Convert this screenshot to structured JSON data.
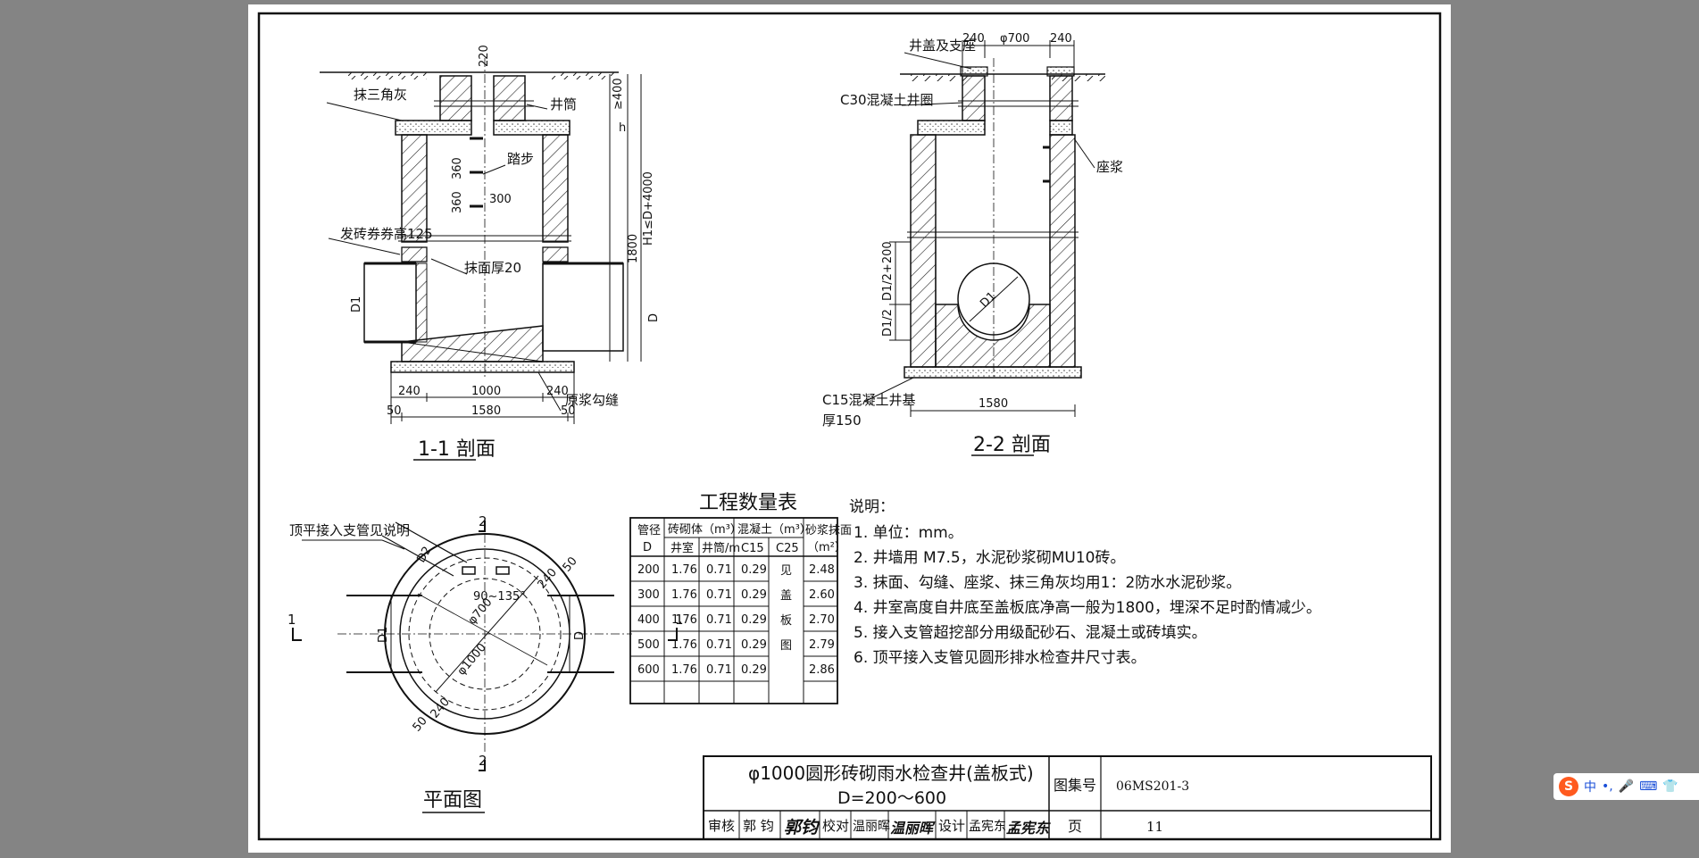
{
  "sec11": {
    "title": "1-1 剖面",
    "labels": {
      "triangle_ash": "抹三角灰",
      "shaft": "井筒",
      "step": "踏步",
      "arch": "发砖券券高125",
      "plaster": "抹面厚20",
      "slurry": "原浆勾缝"
    },
    "dims": {
      "d220": "220",
      "d400": "≥400",
      "h": "h",
      "d360a": "360",
      "d360b": "360",
      "d300": "300",
      "d1800": "1800",
      "h1": "H1≤D+4000",
      "d1": "D1",
      "dD": "D",
      "b240a": "240",
      "b1000": "1000",
      "b240b": "240",
      "b50a": "50",
      "b1580": "1580",
      "b50b": "50"
    }
  },
  "sec22": {
    "title": "2-2 剖面",
    "labels": {
      "cover": "井盖及支座",
      "ring": "C30混凝土井圈",
      "mortar": "座浆",
      "base": "C15混凝土井基",
      "base_thk": "厚150"
    },
    "dims": {
      "t240a": "240",
      "t700": "φ700",
      "t240b": "240",
      "d1": "D1",
      "v1": "D1/2",
      "v2": "D1/2+200",
      "b1580": "1580"
    }
  },
  "plan": {
    "title": "平面图",
    "labels": {
      "note": "顶平接入支管见说明"
    },
    "marks": {
      "s2t": "2",
      "s2b": "2",
      "s1l": "1",
      "s1r": "1"
    },
    "dims": {
      "d2": "D2",
      "d50a": "50",
      "d240a": "240",
      "ang": "90~135°",
      "d700": "φ700",
      "d1000": "φ1000",
      "d240b": "240",
      "d50b": "50",
      "d1": "D1",
      "dD": "D"
    }
  },
  "qty": {
    "title": "工程数量表",
    "h_pipe1": "管径",
    "h_pipe2": "D",
    "h_brick": "砖砌体（m³）",
    "h_chamber": "井室",
    "h_shaft": "井筒/m",
    "h_conc": "混凝土（m³）",
    "h_c15": "C15",
    "h_c25": "C25",
    "h_plas1": "砂浆抹面",
    "h_plas2": "（m²）",
    "see": [
      "见",
      "盖",
      "板",
      "图"
    ],
    "rows": [
      [
        "200",
        "1.76",
        "0.71",
        "0.29",
        "2.48"
      ],
      [
        "300",
        "1.76",
        "0.71",
        "0.29",
        "2.60"
      ],
      [
        "400",
        "1.76",
        "0.71",
        "0.29",
        "2.70"
      ],
      [
        "500",
        "1.76",
        "0.71",
        "0.29",
        "2.79"
      ],
      [
        "600",
        "1.76",
        "0.71",
        "0.29",
        "2.86"
      ]
    ]
  },
  "notes": {
    "title": "说明：",
    "items": [
      "1. 单位：mm。",
      "2. 井墙用 M7.5，水泥砂浆砌MU10砖。",
      "3. 抹面、勾缝、座浆、抹三角灰均用1：2防水水泥砂浆。",
      "4. 井室高度自井底至盖板底净高一般为1800，埋深不足时酌情减少。",
      "5. 接入支管超挖部分用级配砂石、混凝土或砖填实。",
      "6. 顶平接入支管见圆形排水检查井尺寸表。"
    ]
  },
  "titleblock": {
    "title1": "φ1000圆形砖砌雨水检查井(盖板式)",
    "title2": "D=200～600",
    "atlas_label": "图集号",
    "atlas_no": "06MS201-3",
    "page_label": "页",
    "page_no": "11",
    "review": "审核",
    "reviewer": "郭 钧",
    "reviewer_sig": "郭钧",
    "check": "校对",
    "checker": "温丽晖",
    "checker_sig": "温丽晖",
    "design": "设计",
    "designer": "孟宪东",
    "designer_sig": "孟宪东"
  },
  "ime": {
    "logo": "S",
    "text": "中",
    "punct": "•,",
    "mic": "🎤",
    "kbd": "⌨",
    "shirt": "👕"
  }
}
